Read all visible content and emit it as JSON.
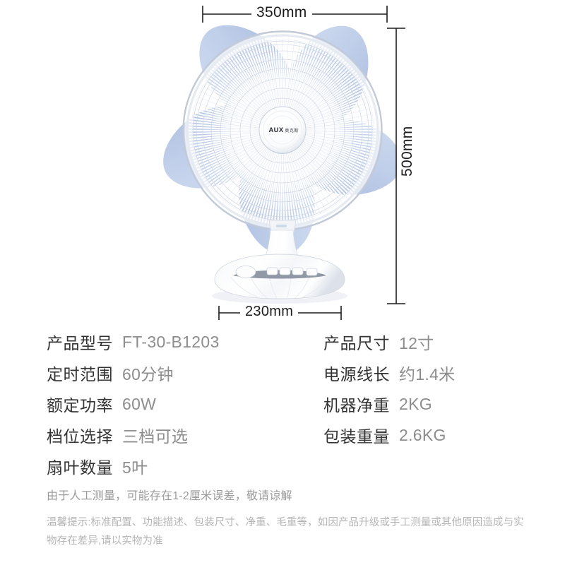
{
  "product": {
    "brand_logo": "AUX",
    "brand_logo_cn": "奥克斯",
    "type": "desk-fan",
    "blade_count": 5,
    "colors": {
      "blade": "#b9c9e6",
      "blade_dark": "#8fa6cf",
      "body": "#ffffff",
      "grille": "#d8dde8",
      "shadow": "#e9ecf2",
      "dim_line": "#1c1c1c",
      "label_text": "#333333",
      "value_text": "#8d8d8d",
      "note_text": "#9b9b9b",
      "tip_text": "#b5b5b5"
    }
  },
  "dimensions": {
    "width": "350mm",
    "height": "500mm",
    "base_width": "230mm"
  },
  "specs": {
    "left": [
      {
        "label": "产品型号",
        "value": "FT-30-B1203"
      },
      {
        "label": "定时范围",
        "value": "60分钟"
      },
      {
        "label": "额定功率",
        "value": "60W"
      },
      {
        "label": "档位选择",
        "value": "三档可选"
      },
      {
        "label": "扇叶数量",
        "value": "5叶"
      }
    ],
    "right": [
      {
        "label": "产品尺寸",
        "value": "12寸"
      },
      {
        "label": "电源线长",
        "value": "约1.4米"
      },
      {
        "label": "机器净重",
        "value": "2KG"
      },
      {
        "label": "包装重量",
        "value": "2.6KG"
      }
    ]
  },
  "notes": {
    "measure": "由于人工测量，可能存在1-2厘米误差，敬请谅解",
    "tip": "温馨提示:标准配置、功能描述、包装尺寸、净重、毛重等，如因产品升级或手工测量或其他原因造成与实物存在差异,请以实物为准"
  }
}
